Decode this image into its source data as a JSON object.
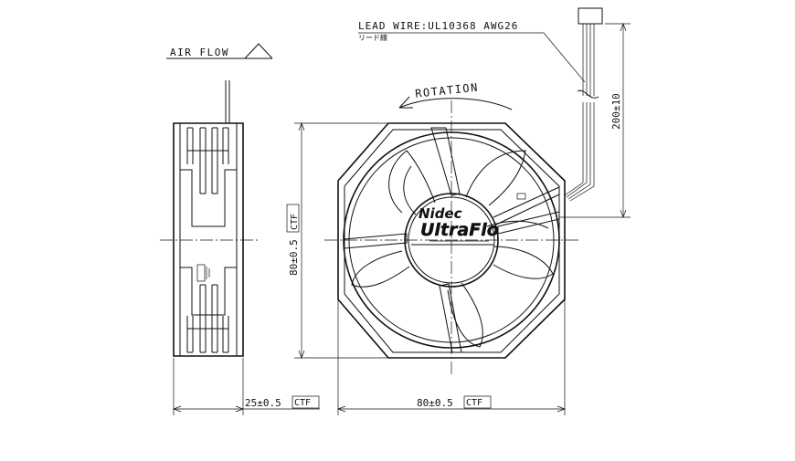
{
  "annotations": {
    "air_flow": "AIR FLOW",
    "lead_wire": "LEAD WIRE:UL10368 AWG26",
    "lead_wire_jp": "リード線",
    "rotation": "ROTATION",
    "brand_top": "Nidec",
    "brand_bottom": "UltraFlo"
  },
  "dimensions": {
    "height": {
      "value": "80±0.5",
      "tag": "CTF"
    },
    "width": {
      "value": "80±0.5",
      "tag": "CTF"
    },
    "depth": {
      "value": "25±0.5",
      "tag": "CTF"
    },
    "lead_length": {
      "value": "200±10"
    }
  }
}
